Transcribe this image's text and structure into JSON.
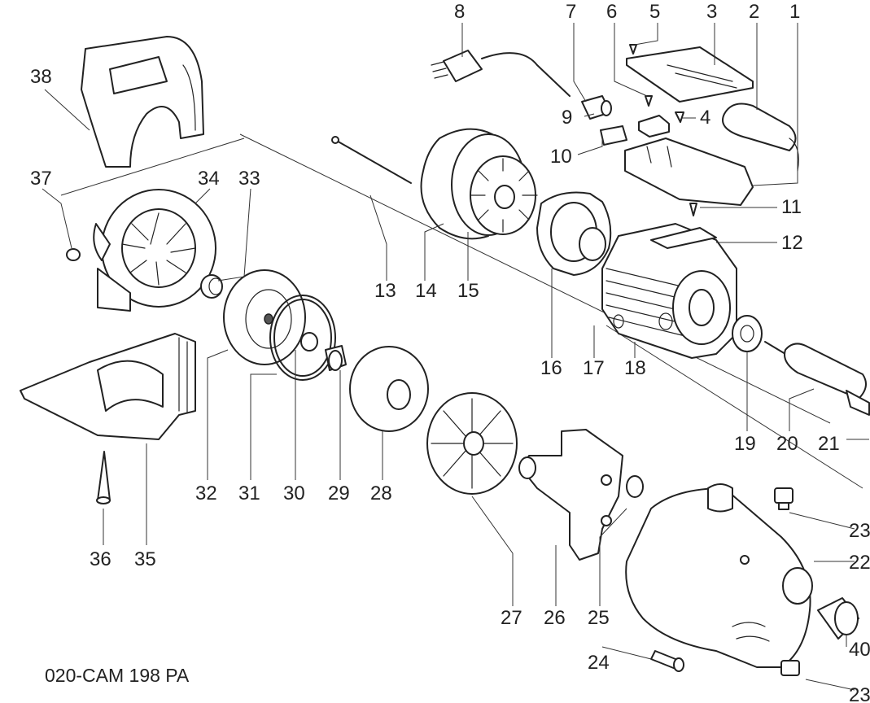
{
  "drawing_code": "020-CAM 198 PA",
  "callouts": [
    "1",
    "2",
    "3",
    "4",
    "5",
    "6",
    "7",
    "8",
    "9",
    "10",
    "11",
    "12",
    "13",
    "14",
    "15",
    "16",
    "17",
    "18",
    "19",
    "20",
    "21",
    "22",
    "23",
    "24",
    "25",
    "26",
    "27",
    "28",
    "29",
    "30",
    "31",
    "32",
    "33",
    "34",
    "35",
    "36",
    "37",
    "38",
    "40"
  ],
  "colors": {
    "line": "#222222",
    "background": "#ffffff"
  }
}
